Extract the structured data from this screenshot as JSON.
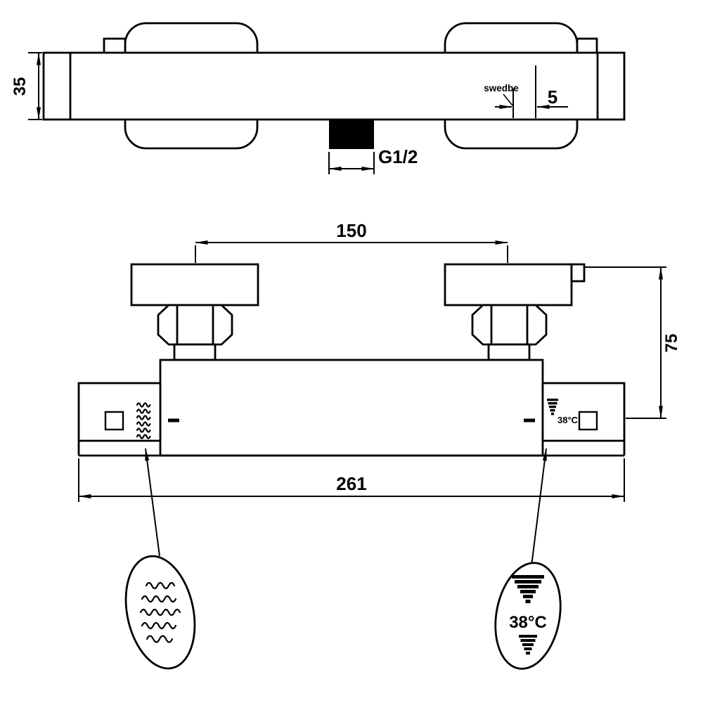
{
  "drawing": {
    "brand": "swedbe",
    "top_view": {
      "dim_height": "35",
      "dim_offset": "5",
      "thread": "G1/2"
    },
    "front_view": {
      "dim_centers": "150",
      "dim_depth": "75",
      "dim_width": "261",
      "handle_temp": "38°C"
    },
    "callouts": {
      "temp": "38°C"
    },
    "colors": {
      "line": "#000000",
      "background": "#ffffff"
    }
  }
}
